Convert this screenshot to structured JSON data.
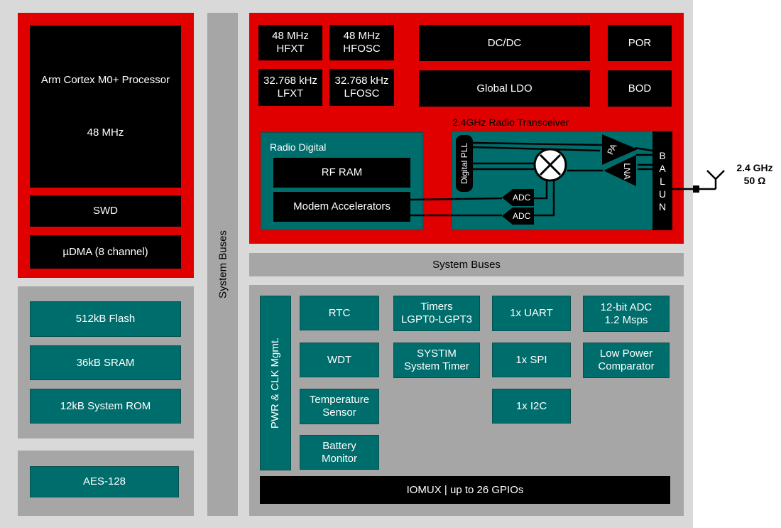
{
  "cpu": {
    "processor": "Arm Cortex M0+ Processor",
    "clock": "48 MHz",
    "swd": "SWD",
    "udma": "µDMA (8 channel)"
  },
  "memory": {
    "flash": "512kB Flash",
    "sram": "36kB SRAM",
    "rom": "12kB System ROM"
  },
  "security": {
    "aes": "AES-128"
  },
  "system_buses_vertical": "System Buses",
  "system_buses_horizontal": "System Buses",
  "clocks": {
    "hfxt": "48 MHz\nHFXT",
    "hfosc": "48 MHz\nHFOSC",
    "lfxt": "32.768 kHz\nLFXT",
    "lfosc": "32.768 kHz\nLFOSC"
  },
  "power": {
    "dcdc": "DC/DC",
    "ldo": "Global LDO",
    "por": "POR",
    "bod": "BOD"
  },
  "radio": {
    "transceiver_title": "2.4GHz Radio Transceiver",
    "digital_title": "Radio Digital",
    "rf_ram": "RF RAM",
    "modem": "Modem Accelerators",
    "pll": "Digital PLL",
    "adc1": "ADC",
    "adc2": "ADC",
    "pa": "PA",
    "lna": "LNA",
    "balun": [
      "B",
      "A",
      "L",
      "U",
      "N"
    ],
    "antenna_freq": "2.4 GHz",
    "antenna_impedance": "50 Ω"
  },
  "peripherals": {
    "pwr_clk": "PWR & CLK Mgmt.",
    "rtc": "RTC",
    "wdt": "WDT",
    "temp": "Temperature\nSensor",
    "battery": "Battery\nMonitor",
    "timers": "Timers\nLGPT0-LGPT3",
    "systim": "SYSTIM\nSystem Timer",
    "uart": "1x UART",
    "spi": "1x SPI",
    "i2c": "1x I2C",
    "adc": "12-bit ADC\n1.2 Msps",
    "comparator": "Low Power\nComparator",
    "iomux": "IOMUX | up to 26 GPIOs"
  },
  "colors": {
    "red": "#e00000",
    "teal": "#006d6d",
    "black": "#000000",
    "gray": "#a6a6a6",
    "background": "#d9d9d9"
  }
}
